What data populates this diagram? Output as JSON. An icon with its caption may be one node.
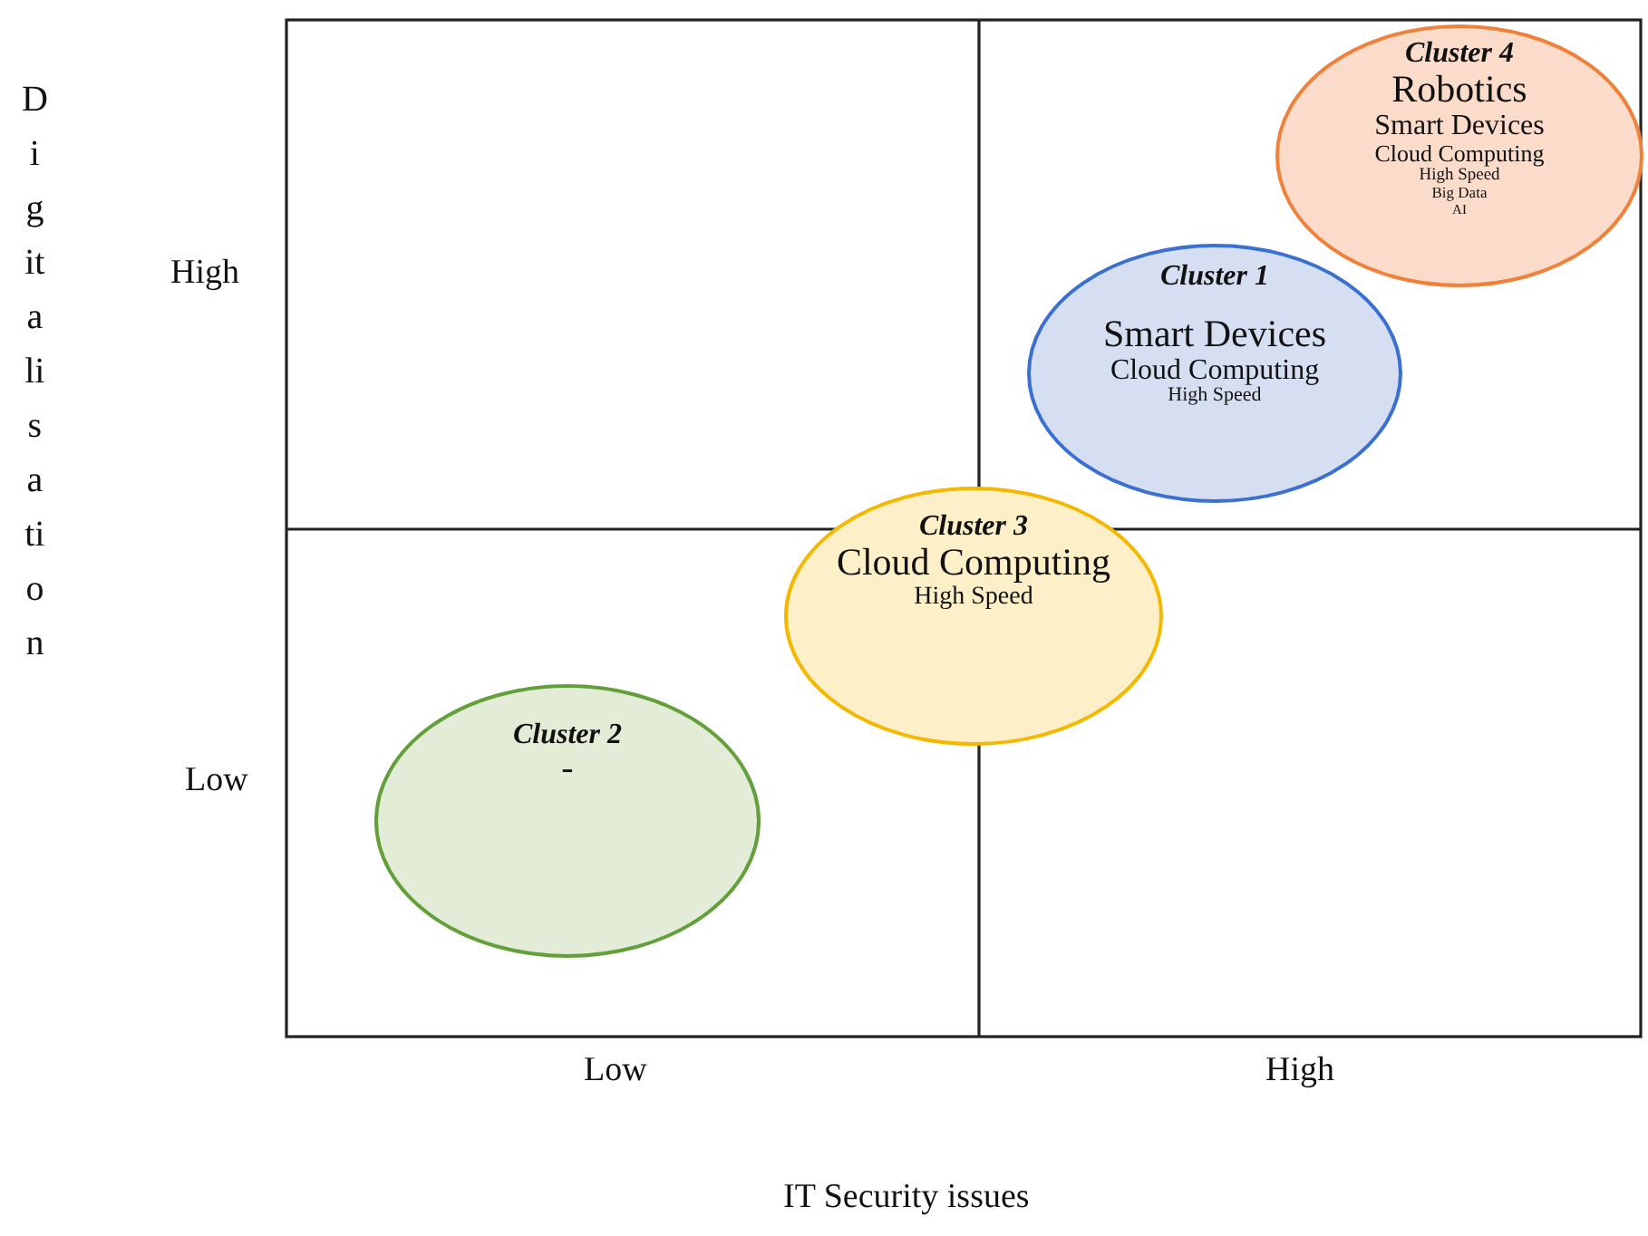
{
  "diagram": {
    "nodes": [
      {
        "text": [
          "Cluster 4",
          "Robotics",
          "Smart Devices",
          "Cloud Computing",
          "High Speed",
          "Big Data",
          "AI"
        ]
      },
      {
        "text": [
          "Cluster 1",
          "Smart Devices",
          "Cloud Computing",
          "High Speed"
        ]
      },
      {
        "text": [
          "Cluster 3",
          "Cloud Computing",
          "High Speed"
        ]
      },
      {
        "text": [
          "Cluster 2",
          "-"
        ]
      }
    ],
    "labels": [
      "Digitalisation",
      "High",
      "Low",
      "Low",
      "High",
      "IT Security issues"
    ]
  }
}
